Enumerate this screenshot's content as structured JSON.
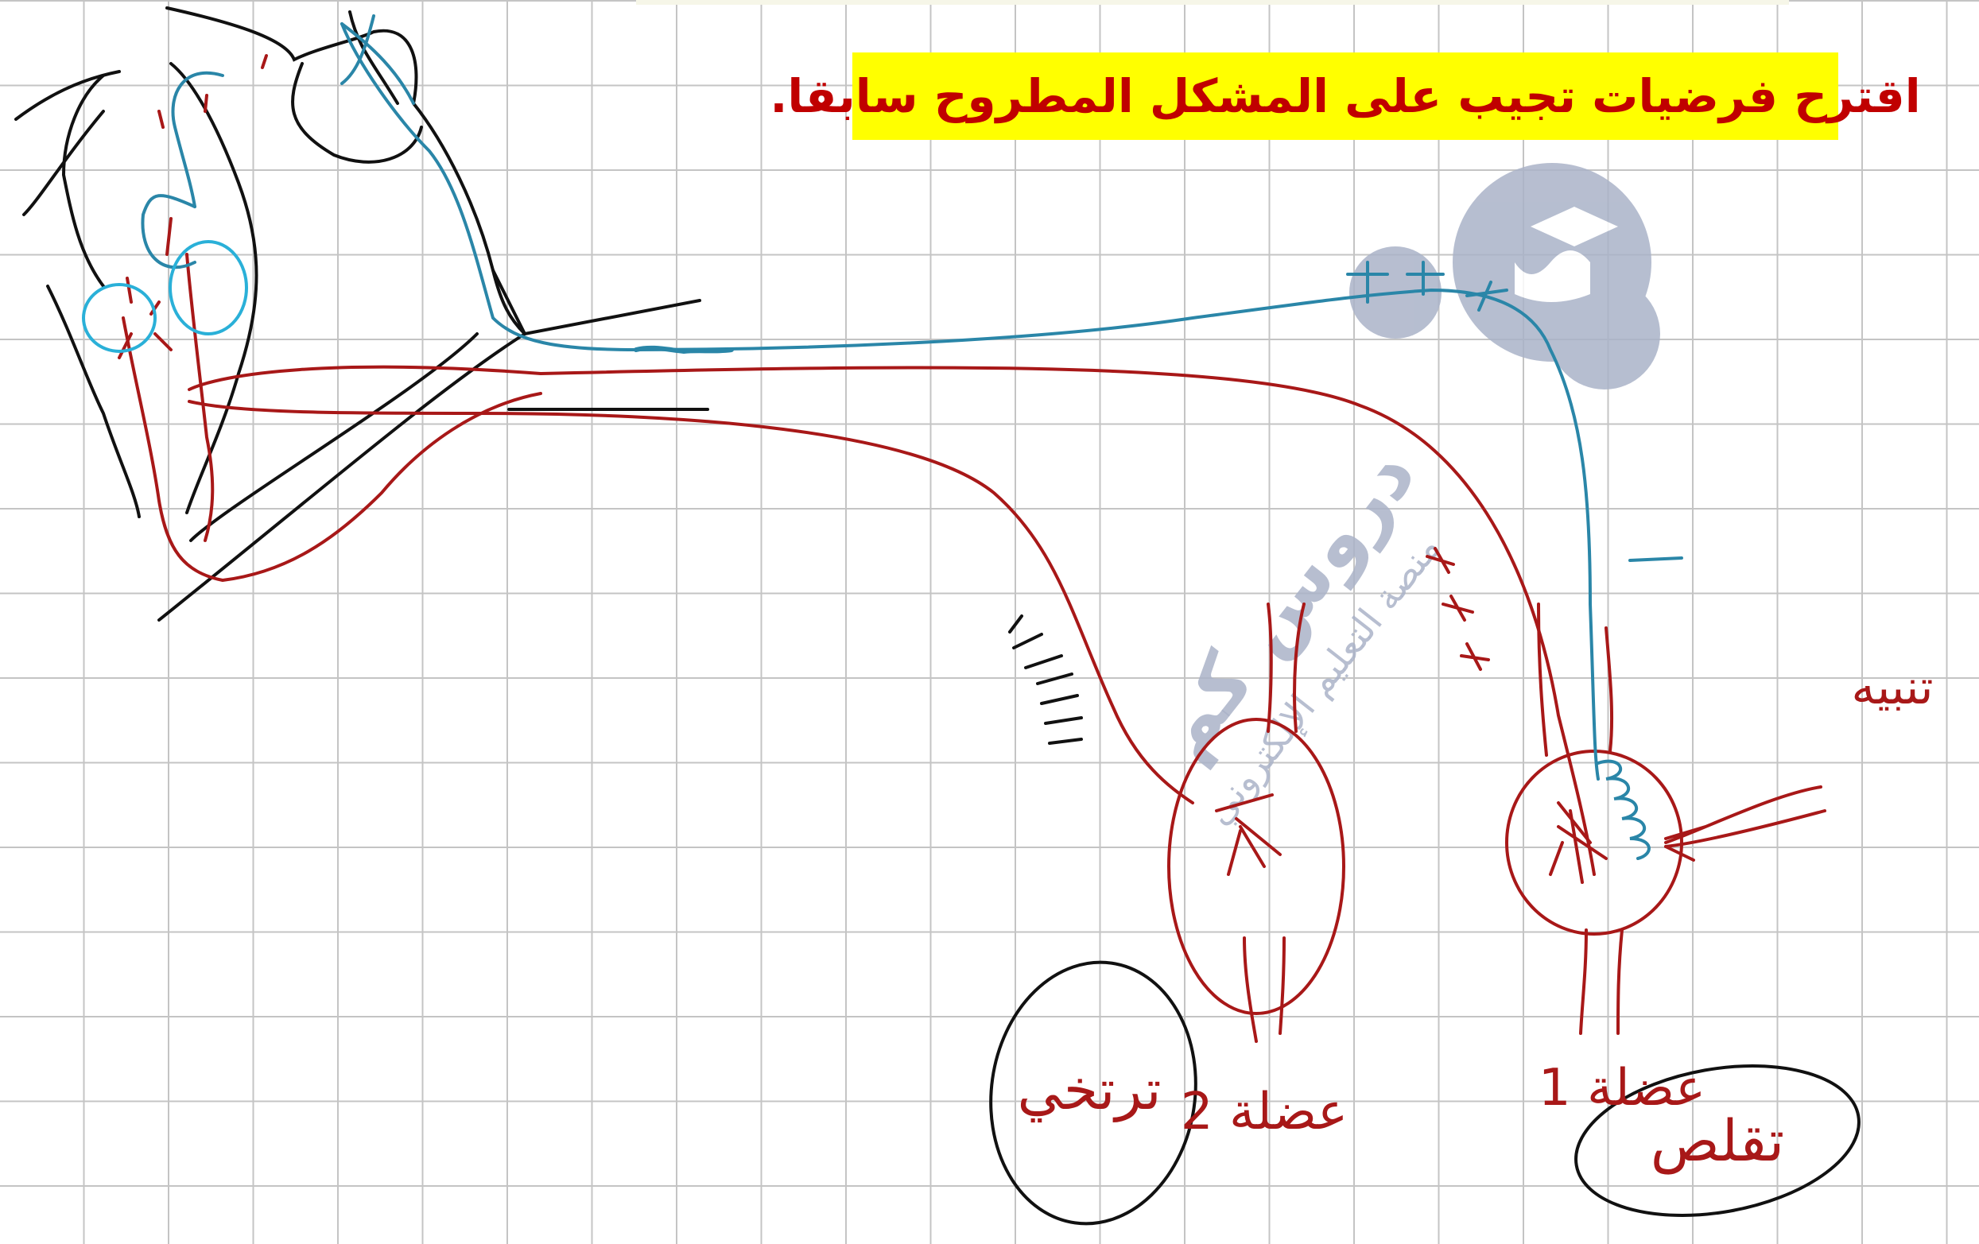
{
  "title": "اقترح فرضيات تجيب على المشكل المطروح سابقا.",
  "labels": {
    "muscle_2": "عضلة 2",
    "muscle_1": "عضلة 1",
    "relax": "ترتخي",
    "contract": "تقلص",
    "stimulus": "تنبيه",
    "plus_horizontal": "+ + +",
    "plus_diagonal": "+ + +",
    "minus": "—"
  },
  "watermark": {
    "brand": "دروس كم",
    "tagline": "منصة التعليم الإلكتروني"
  },
  "colors": {
    "excitatory_path": "#2a86a8",
    "inhibitory_path": "#a81818",
    "outline": "#111111",
    "title_bg": "#ffff00",
    "title_text": "#c00000",
    "watermark": "#aab3c8"
  }
}
